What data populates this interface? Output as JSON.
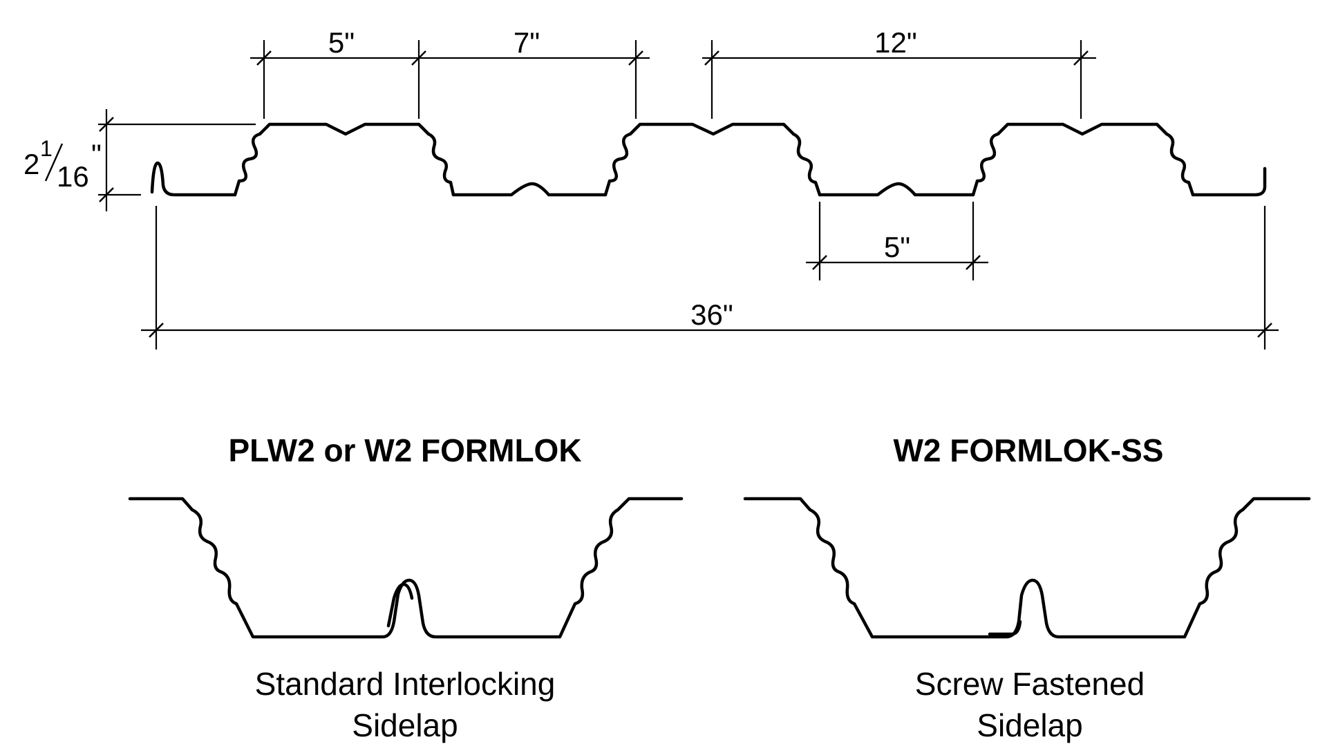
{
  "dimensions": {
    "rib_top_width": "5\"",
    "rib_spacing_gap": "7\"",
    "pitch": "12\"",
    "bottom_flat_width": "5\"",
    "overall_width": "36\"",
    "depth_whole": "2",
    "depth_numerator": "1",
    "depth_denominator": "16",
    "depth_mark": "\""
  },
  "details": [
    {
      "title": "PLW2 or W2 FORMLOK",
      "caption_line1": "Standard Interlocking",
      "caption_line2": "Sidelap"
    },
    {
      "title": "W2 FORMLOK-SS",
      "caption_line1": "Screw Fastened",
      "caption_line2": "Sidelap"
    }
  ]
}
